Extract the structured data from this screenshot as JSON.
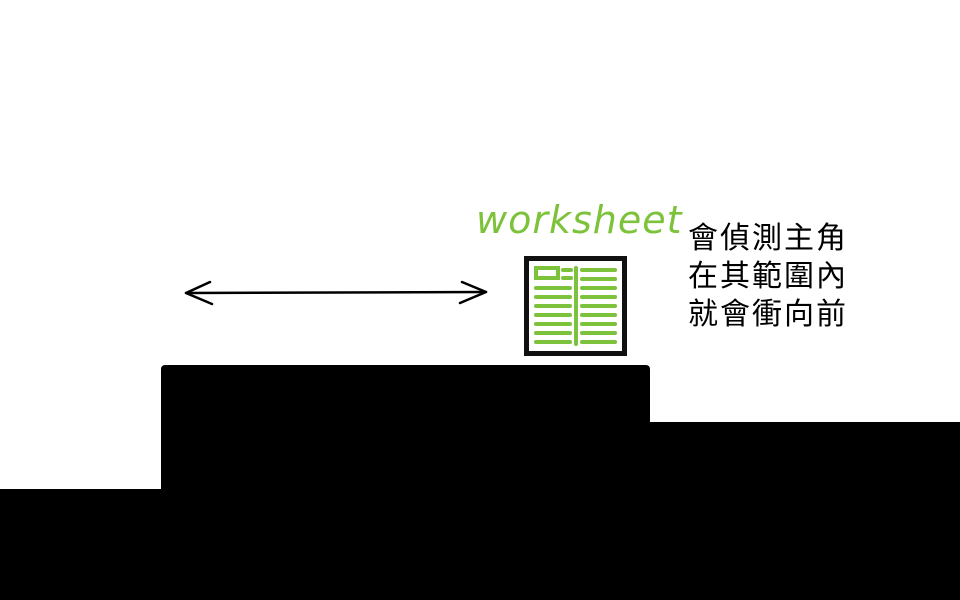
{
  "scene": {
    "colors": {
      "background": "#ffffff",
      "terrain": "#000000",
      "enemy_accent": "#7cc23a",
      "enemy_frame": "#111111"
    }
  },
  "arrow": {
    "icon": "double-headed-arrow-icon"
  },
  "enemy": {
    "label": "worksheet",
    "icon": "worksheet-icon"
  },
  "note": {
    "lines": [
      "會偵測主角",
      "在其範圍內",
      "就會衝向前"
    ]
  }
}
